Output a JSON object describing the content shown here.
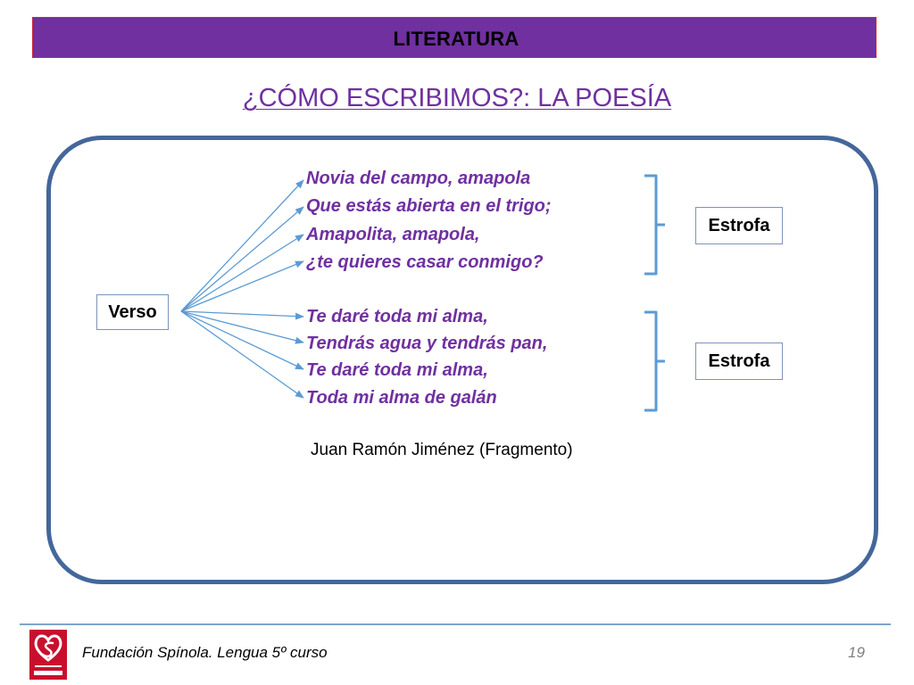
{
  "header": {
    "title": "LITERATURA"
  },
  "slide": {
    "title": "¿CÓMO ESCRIBIMOS?: LA POESÍA",
    "verse_label": "Verso",
    "stanza_label_1": "Estrofa",
    "stanza_label_2": "Estrofa",
    "stanza_1": [
      "Novia del campo, amapola",
      "Que estás abierta en el trigo;",
      "Amapolita, amapola,",
      "¿te quieres casar conmigo?"
    ],
    "stanza_2": [
      "Te daré toda mi alma,",
      "Tendrás agua y tendrás pan,",
      "Te daré toda mi alma,",
      "Toda mi alma de galán"
    ],
    "author": "Juan Ramón Jiménez (Fragmento)"
  },
  "footer": {
    "text": "Fundación Spínola. Lengua 5º curso",
    "page_number": "19",
    "logo": "fundacion-spinola-logo"
  },
  "colors": {
    "header_bar": "#7030a0",
    "header_border": "#d0243a",
    "title": "#7030a0",
    "verse_text": "#7030a0",
    "frame_border": "#44679a",
    "arrows": "#5b9bd5",
    "footer_rule": "#7ea6c9",
    "logo_red": "#c8102e"
  }
}
